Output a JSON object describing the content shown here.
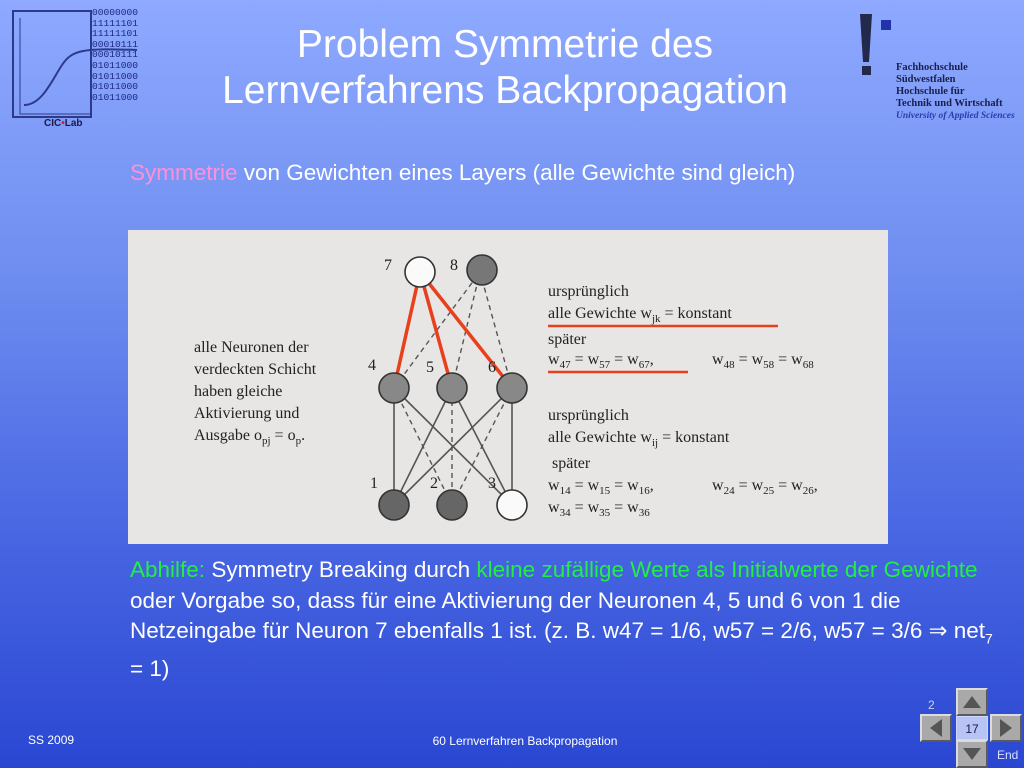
{
  "logo_left": {
    "bits": [
      "00000000",
      "11111101",
      "11111101",
      "00010111",
      "00010111",
      "01011000",
      "01011000",
      "01011000",
      "01011000"
    ],
    "label_left": "CIC",
    "label_dot": "•",
    "label_right": "Lab"
  },
  "title": {
    "line1": "Problem Symmetrie des",
    "line2": "Lernverfahrens Backpropagation"
  },
  "logo_right": {
    "lines": [
      "Fachhochschule",
      "Südwestfalen",
      "Hochschule für",
      "Technik und Wirtschaft"
    ],
    "subline": "University of Applied Sciences"
  },
  "intro": {
    "highlight": "Symmetrie",
    "rest": " von Gewichten eines Layers (alle Gewichte sind gleich)"
  },
  "figure": {
    "left_text": [
      "alle Neuronen der",
      "verdeckten Schicht",
      "haben gleiche",
      "Aktivierung und",
      "Ausgabe o"
    ],
    "left_text_sub1": "pj",
    "left_text_eq": " = o",
    "left_text_sub2": "p",
    "left_text_end": ".",
    "node_labels": {
      "n7": "7",
      "n8": "8",
      "n4": "4",
      "n5": "5",
      "n6": "6",
      "n1": "1",
      "n2": "2",
      "n3": "3"
    },
    "top_block": {
      "l1": "ursprünglich",
      "l2": "alle Gewichte w",
      "l2_sub": "jk",
      "l2_end": " = konstant",
      "l3": "später",
      "l4a": "w",
      "l4a_sub": "47",
      "l4b": " = w",
      "l4b_sub": "57",
      "l4c": " = w",
      "l4c_sub": "67",
      "l4d": ",",
      "l4e": "w",
      "l4e_sub": "48",
      "l4f": " = w",
      "l4f_sub": "58",
      "l4g": " = w",
      "l4g_sub": "68"
    },
    "bottom_block": {
      "l1": "ursprünglich",
      "l2": "alle Gewichte w",
      "l2_sub": "ij",
      "l2_end": " = konstant",
      "l3": "später",
      "r1a": "w",
      "r1a_sub": "14",
      "r1b": " = w",
      "r1b_sub": "15",
      "r1c": " = w",
      "r1c_sub": "16",
      "r1d": ",",
      "r1e": "w",
      "r1e_sub": "24",
      "r1f": " = w",
      "r1f_sub": "25",
      "r1g": " = w",
      "r1g_sub": "26",
      "r1h": ",",
      "r2a": "w",
      "r2a_sub": "34",
      "r2b": " = w",
      "r2b_sub": "35",
      "r2c": " = w",
      "r2c_sub": "36"
    }
  },
  "remedy": {
    "label": "Abhilfe:",
    "text1": " Symmetry Breaking durch ",
    "highlight": "kleine zufällige Werte als Initialwerte der Gewichte",
    "line2": "oder Vorgabe so, dass für eine Aktivierung der Neuronen 4, 5 und 6 von 1 die Netzeingabe für Neuron 7 ebenfalls 1 ist. (z. B. w47 = 1/6, w57 = 2/6, w57 = 3/6 ",
    "arrow": "⇒",
    "net": " net",
    "net_sub": "7",
    "net_end": " = 1)"
  },
  "footer": {
    "left": "SS 2009",
    "center": "60  Lernverfahren Backpropagation",
    "page": "2",
    "slide": "17",
    "end": "End"
  },
  "colors": {
    "highlight_pink": "#ff8fd8",
    "highlight_green": "#22ee44",
    "red_weights": "#e8401c"
  }
}
